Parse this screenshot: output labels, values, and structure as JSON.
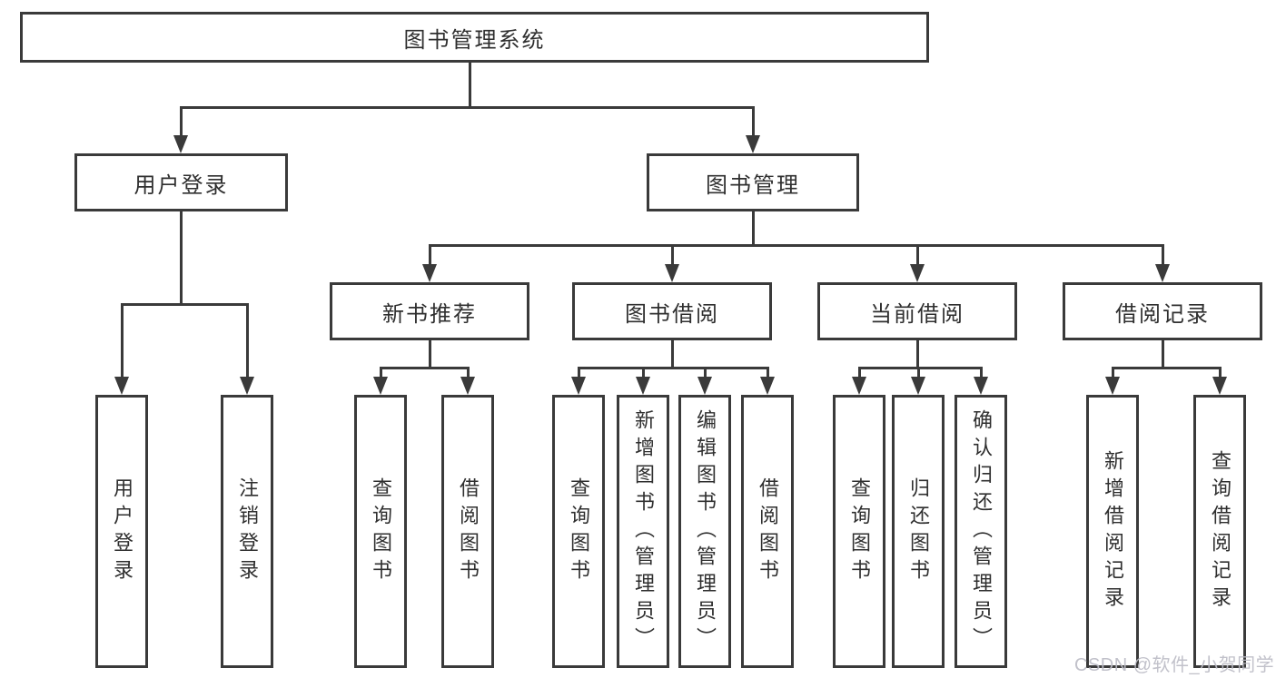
{
  "diagram": {
    "root": "图书管理系统",
    "branches": [
      {
        "label": "用户登录",
        "children": [
          "用户登录",
          "注销登录"
        ]
      },
      {
        "label": "图书管理",
        "sections": [
          {
            "label": "新书推荐",
            "children": [
              "查询图书",
              "借阅图书"
            ]
          },
          {
            "label": "图书借阅",
            "children": [
              "查询图书",
              "新增图书（管理员）",
              "编辑图书（管理员）",
              "借阅图书"
            ]
          },
          {
            "label": "当前借阅",
            "children": [
              "查询图书",
              "归还图书",
              "确认归还（管理员）"
            ]
          },
          {
            "label": "借阅记录",
            "children": [
              "新增借阅记录",
              "查询借阅记录"
            ]
          }
        ]
      }
    ]
  },
  "watermark": {
    "text": "CSDN @软件_小贺同学"
  },
  "colors": {
    "line": "#3a3a3a",
    "text": "#2f2f2f",
    "background": "#ffffff",
    "watermark": "#bcbcc6"
  }
}
